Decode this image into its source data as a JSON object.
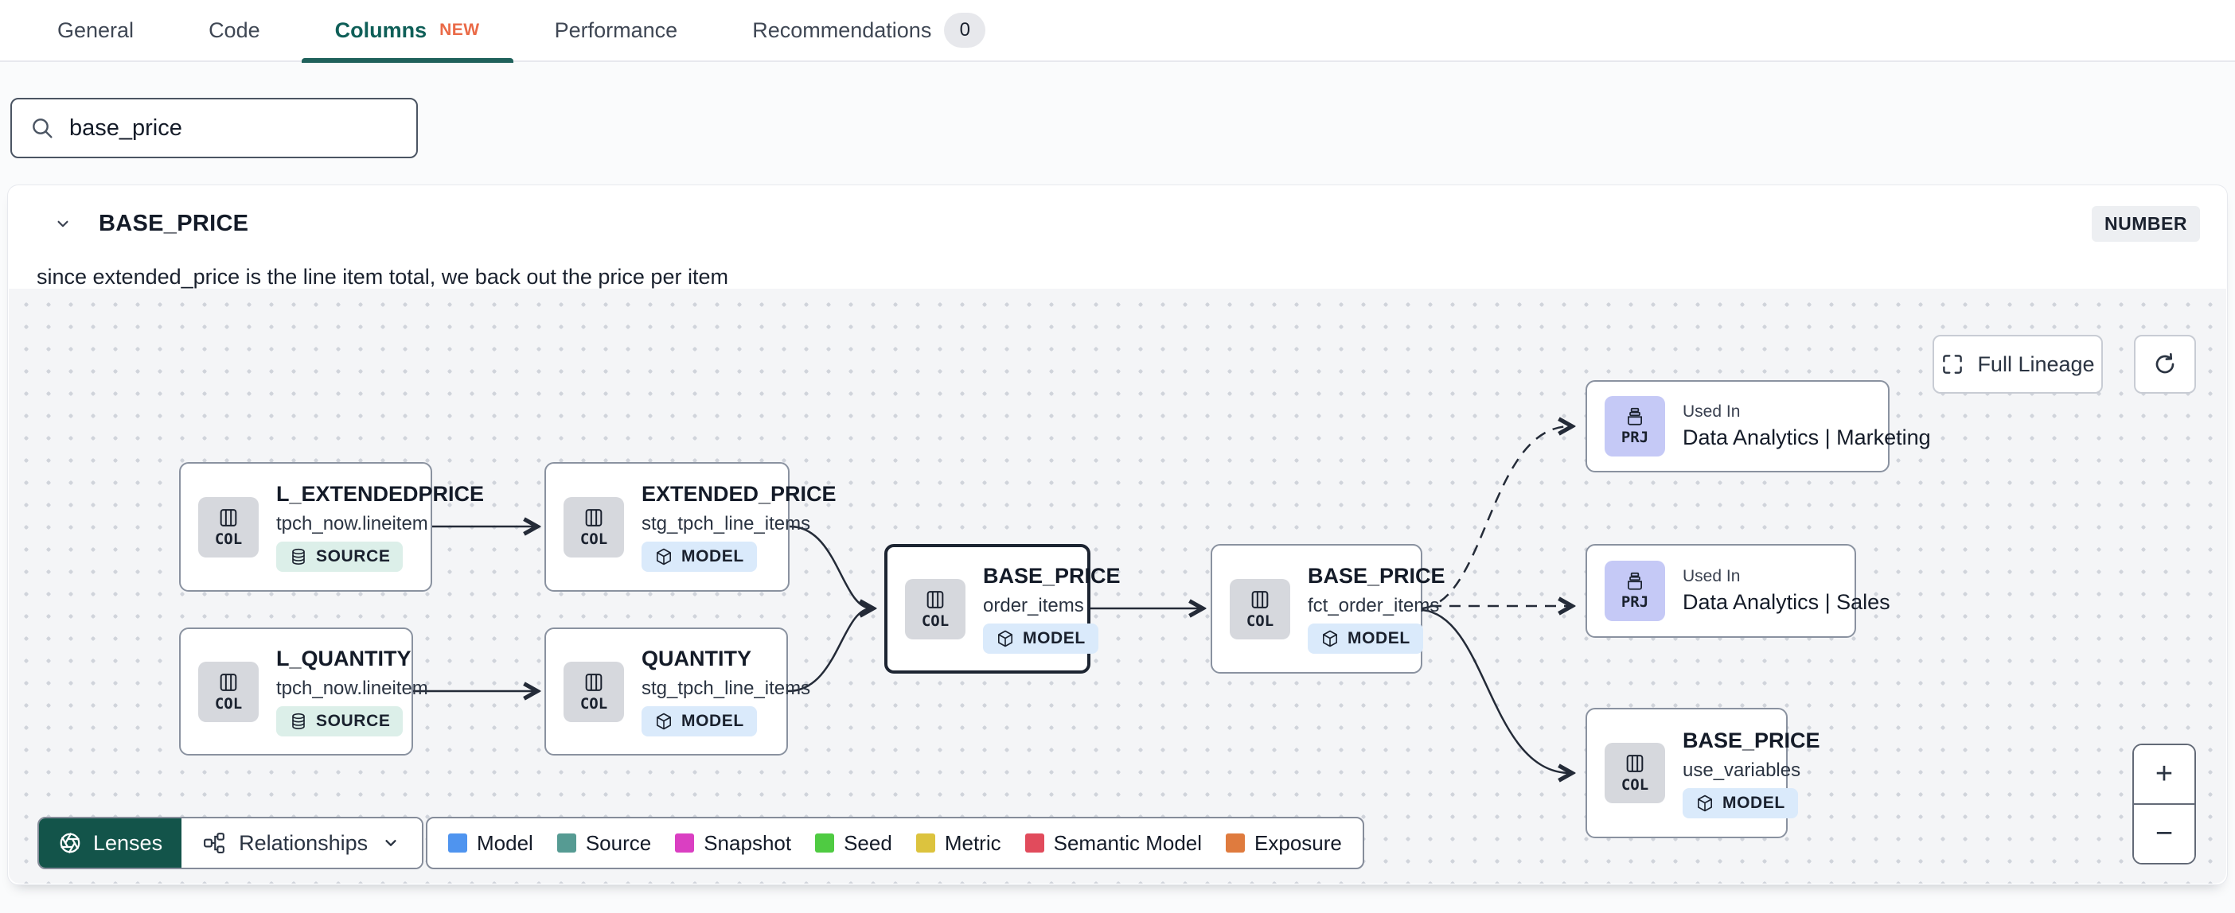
{
  "tabs": {
    "items": [
      {
        "label": "General"
      },
      {
        "label": "Code"
      },
      {
        "label": "Columns",
        "badge": "NEW"
      },
      {
        "label": "Performance"
      },
      {
        "label": "Recommendations",
        "count": "0"
      }
    ]
  },
  "search": {
    "value": "base_price"
  },
  "panel": {
    "title": "BASE_PRICE",
    "type": "NUMBER",
    "description": "since extended_price is the line item total, we back out the price per item"
  },
  "lineage": {
    "full_lineage_label": "Full Lineage",
    "zoom_in": "+",
    "zoom_out": "−",
    "toolbar": {
      "lenses": "Lenses",
      "relationships": "Relationships"
    },
    "legend": [
      {
        "label": "Model",
        "color": "#4f94ef"
      },
      {
        "label": "Source",
        "color": "#569b93"
      },
      {
        "label": "Snapshot",
        "color": "#da3fc2"
      },
      {
        "label": "Seed",
        "color": "#4fcb42"
      },
      {
        "label": "Metric",
        "color": "#dcc33e"
      },
      {
        "label": "Semantic Model",
        "color": "#e14b5c"
      },
      {
        "label": "Exposure",
        "color": "#df7b3e"
      }
    ],
    "nodes": [
      {
        "icon": "COL",
        "title": "L_EXTENDEDPRICE",
        "subtitle": "tpch_now.lineitem",
        "badge": "SOURCE"
      },
      {
        "icon": "COL",
        "title": "EXTENDED_PRICE",
        "subtitle": "stg_tpch_line_items",
        "badge": "MODEL"
      },
      {
        "icon": "COL",
        "title": "L_QUANTITY",
        "subtitle": "tpch_now.lineitem",
        "badge": "SOURCE"
      },
      {
        "icon": "COL",
        "title": "QUANTITY",
        "subtitle": "stg_tpch_line_items",
        "badge": "MODEL"
      },
      {
        "icon": "COL",
        "title": "BASE_PRICE",
        "subtitle": "order_items",
        "badge": "MODEL"
      },
      {
        "icon": "COL",
        "title": "BASE_PRICE",
        "subtitle": "fct_order_items",
        "badge": "MODEL"
      },
      {
        "icon": "PRJ",
        "eyebrow": "Used In",
        "title": "Data Analytics | Marketing"
      },
      {
        "icon": "PRJ",
        "eyebrow": "Used In",
        "title": "Data Analytics | Sales"
      },
      {
        "icon": "COL",
        "title": "BASE_PRICE",
        "subtitle": "use_variables",
        "badge": "MODEL"
      }
    ]
  }
}
